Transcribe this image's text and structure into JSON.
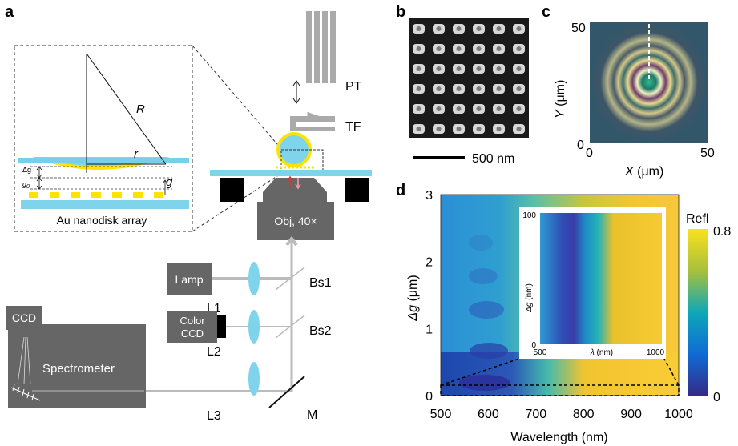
{
  "panels": {
    "a": "a",
    "b": "b",
    "c": "c",
    "d": "d"
  },
  "panel_a": {
    "labels": {
      "pt": "PT",
      "tf": "TF",
      "obj": "Obj, 40×",
      "lamp": "Lamp",
      "color_ccd_1": "Color",
      "color_ccd_2": "CCD",
      "ccd": "CCD",
      "spectrometer": "Spectrometer",
      "l1": "L1",
      "l2": "L2",
      "l3": "L3",
      "bs1": "Bs1",
      "bs2": "Bs2",
      "m": "M",
      "au": "Au nanodisk array",
      "R": "R",
      "r": "r",
      "g": "g",
      "dg": "Δg",
      "g0": "g",
      "g0_sub": "0"
    }
  },
  "panel_b": {
    "scalebar": "500 nm"
  },
  "panel_c": {
    "y_top": "50",
    "y_zero": "0",
    "x_zero": "0",
    "x_right": "50",
    "xlabel_var": "X",
    "ylabel_var": "Y",
    "unit": " (μm)"
  },
  "colorbar": {
    "title": "Refl",
    "max": "0.8",
    "min": "0"
  },
  "chart_data": {
    "type": "heatmap",
    "xlabel": "Wavelength (nm)",
    "ylabel_var": "Δg",
    "ylabel_unit": " (μm)",
    "x_ticks": [
      "500",
      "600",
      "700",
      "800",
      "900",
      "1000"
    ],
    "y_ticks": [
      "0",
      "1",
      "2",
      "3"
    ],
    "xlim": [
      500,
      1000
    ],
    "ylim": [
      0,
      3
    ],
    "colorbar_range": [
      0,
      0.8
    ],
    "inset": {
      "xlabel_var": "λ",
      "xlabel_unit": " (nm)",
      "ylabel_var": "Δg",
      "ylabel_unit": " (nm)",
      "x_ticks": [
        "500",
        "1000"
      ],
      "y_ticks": [
        "0",
        "100"
      ],
      "xlim": [
        500,
        1000
      ],
      "ylim": [
        0,
        100
      ]
    }
  }
}
